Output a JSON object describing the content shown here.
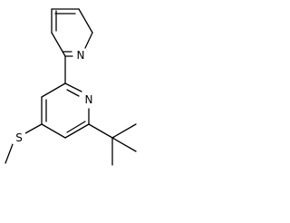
{
  "molecule": {
    "atoms": {
      "pyridine_top_nitrogen": "N",
      "pyridine_bottom_nitrogen": "N",
      "sulfur": "S"
    }
  }
}
